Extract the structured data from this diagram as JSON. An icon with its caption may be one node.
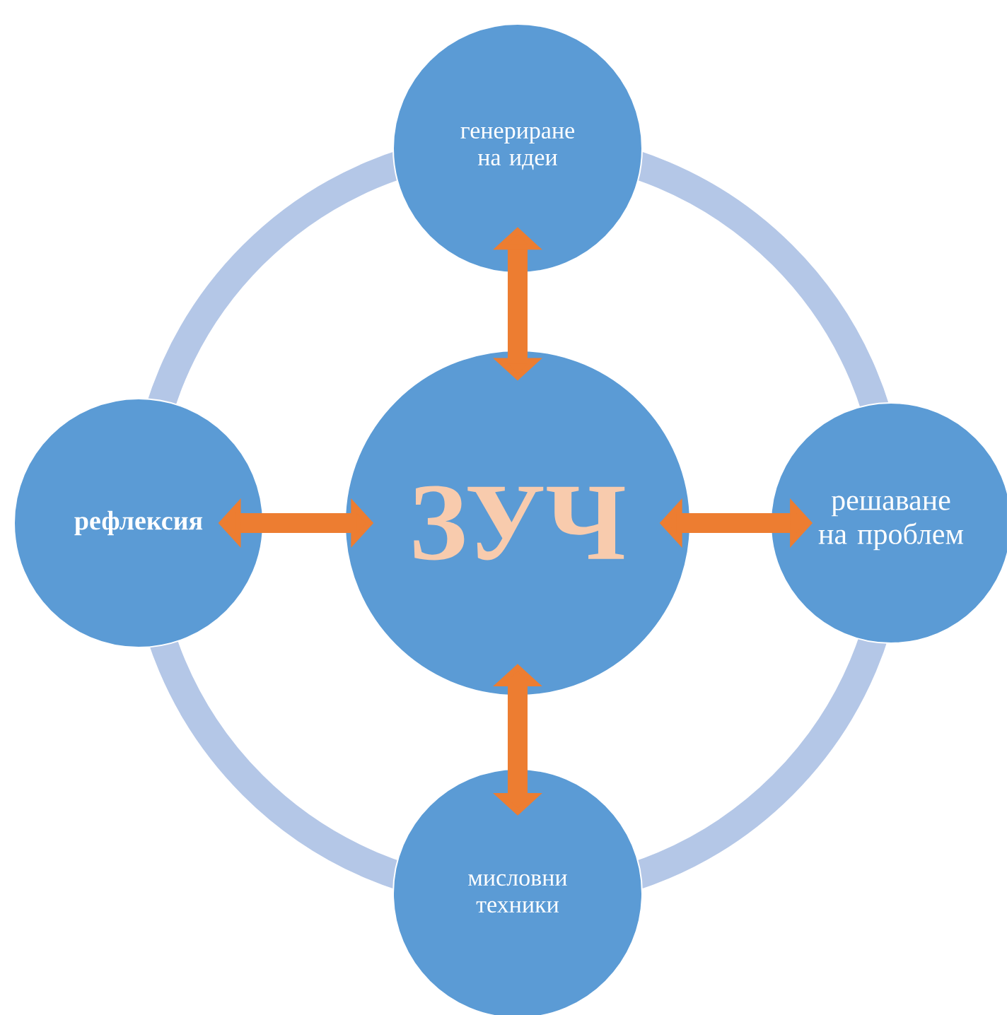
{
  "diagram": {
    "nodes": [
      {
        "text": [
          "генериране на идеи"
        ]
      },
      {
        "text": [
          "рефлексия"
        ]
      },
      {
        "text": [
          "ЗУЧ"
        ]
      },
      {
        "text": [
          "решаване на проблем"
        ]
      },
      {
        "text": [
          "мисловни техники"
        ]
      }
    ],
    "edges": [
      {
        "from": 2,
        "to": 0,
        "arrow": "both"
      },
      {
        "from": 2,
        "to": 1,
        "arrow": "both"
      },
      {
        "from": 2,
        "to": 3,
        "arrow": "both"
      },
      {
        "from": 2,
        "to": 4,
        "arrow": "both"
      }
    ]
  }
}
